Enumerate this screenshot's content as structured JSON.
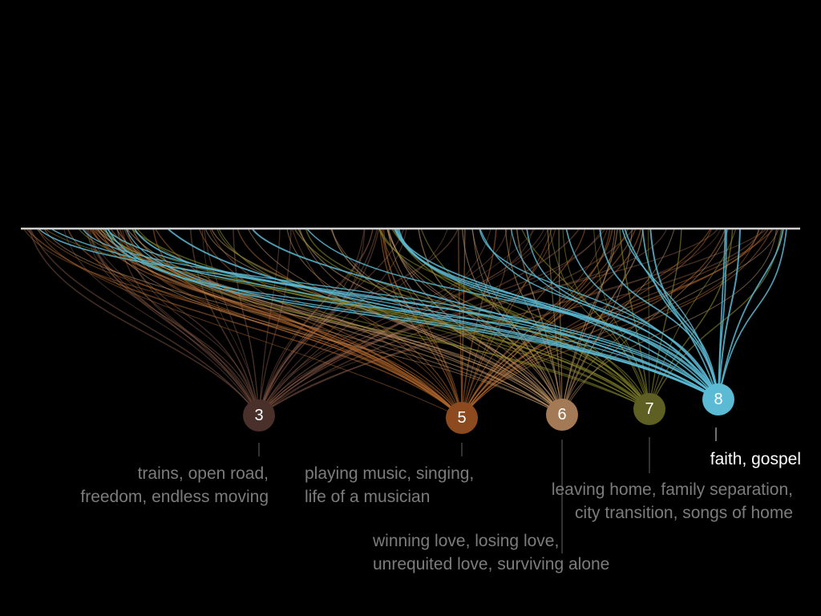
{
  "colors": {
    "background": "#000000",
    "baseline": "#cfcfcf",
    "label_default": "#7c7c7c",
    "label_active": "#ffffff"
  },
  "clusters": [
    {
      "id": "3",
      "color": "#4a302a",
      "lines": [
        "trains, open road,",
        "freedom, endless moving"
      ],
      "active": false
    },
    {
      "id": "5",
      "color": "#8c4a1e",
      "lines": [
        "playing music, singing,",
        "life of a musician"
      ],
      "active": false
    },
    {
      "id": "6",
      "color": "#a47a56",
      "lines": [
        "winning love, losing love,",
        "unrequited love, surviving alone"
      ],
      "active": false
    },
    {
      "id": "7",
      "color": "#5e5f22",
      "lines": [
        "leaving home, family separation,",
        "city transition, songs of home"
      ],
      "active": false
    },
    {
      "id": "8",
      "color": "#5bbad4",
      "lines": [
        "faith, gospel"
      ],
      "active": true
    }
  ]
}
